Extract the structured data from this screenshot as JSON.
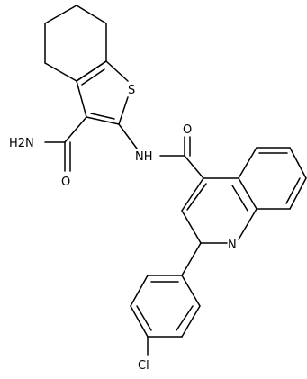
{
  "atoms": {
    "sulfur": "S",
    "amide_nitrogen": "NH",
    "amide_oxygen": "O",
    "primary_amide_group": "H2N",
    "primary_amide_oxygen": "O",
    "quinoline_nitrogen": "N",
    "chlorine": "Cl"
  }
}
